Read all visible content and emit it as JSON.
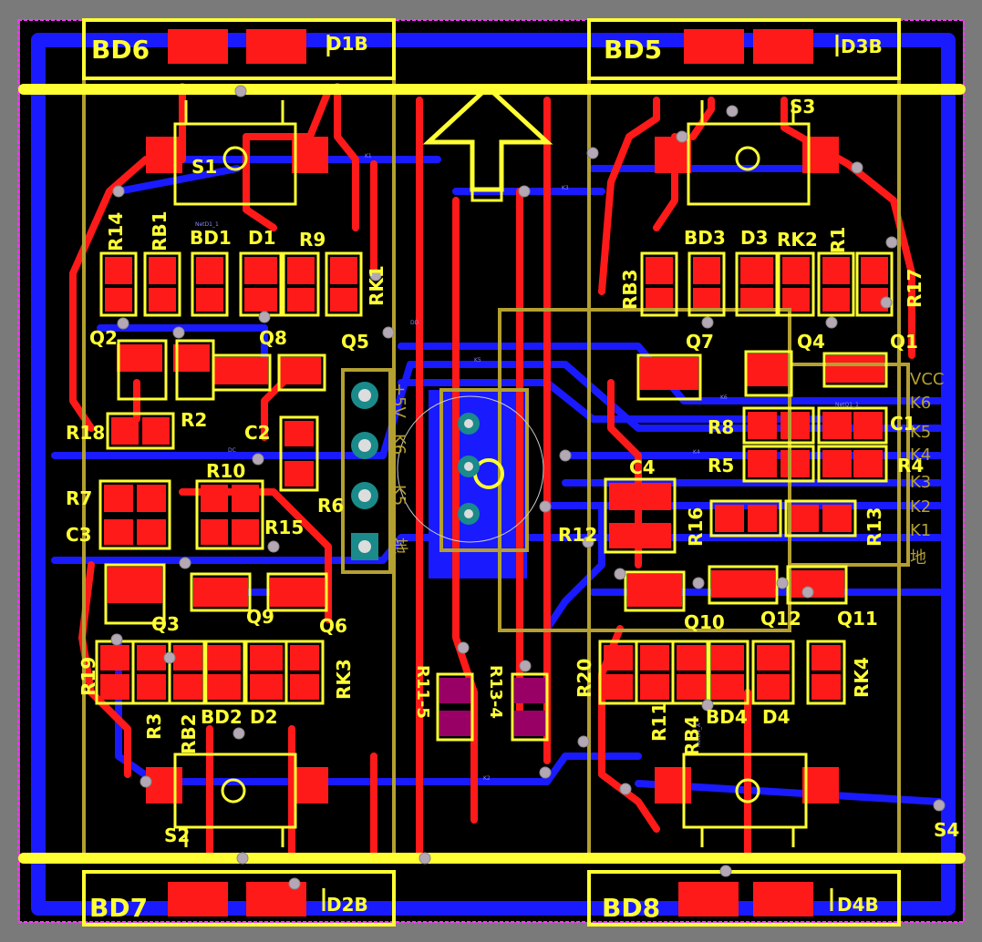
{
  "colors": {
    "board": "#000000",
    "background": "#7a7a7a",
    "top_copper": "#ff1a1a",
    "bottom_copper": "#1a1aff",
    "silkscreen": "#ffff33",
    "outline": "#b3a030",
    "keepout": "#ff33ff"
  },
  "silk_labels": [
    {
      "id": "BD6",
      "text": "BD6",
      "size": "big"
    },
    {
      "id": "D1B",
      "text": "D1B",
      "size": "mid"
    },
    {
      "id": "BD5",
      "text": "BD5",
      "size": "big"
    },
    {
      "id": "D3B",
      "text": "D3B",
      "size": "mid"
    },
    {
      "id": "BD7",
      "text": "BD7",
      "size": "big"
    },
    {
      "id": "D2B",
      "text": "D2B",
      "size": "mid"
    },
    {
      "id": "BD8",
      "text": "BD8",
      "size": "big"
    },
    {
      "id": "D4B",
      "text": "D4B",
      "size": "mid"
    },
    {
      "id": "S1",
      "text": "S1",
      "size": "sm"
    },
    {
      "id": "S2",
      "text": "S2",
      "size": "sm"
    },
    {
      "id": "S3",
      "text": "S3",
      "size": "sm"
    },
    {
      "id": "S4",
      "text": "S4",
      "size": "sm"
    },
    {
      "id": "R14",
      "text": "R14",
      "size": "sm"
    },
    {
      "id": "RB1",
      "text": "RB1",
      "size": "sm"
    },
    {
      "id": "BD1",
      "text": "BD1",
      "size": "sm"
    },
    {
      "id": "D1",
      "text": "D1",
      "size": "sm"
    },
    {
      "id": "R9",
      "text": "R9",
      "size": "sm"
    },
    {
      "id": "RK1",
      "text": "RK1",
      "size": "sm"
    },
    {
      "id": "Q2",
      "text": "Q2",
      "size": "sm"
    },
    {
      "id": "Q8",
      "text": "Q8",
      "size": "sm"
    },
    {
      "id": "Q5",
      "text": "Q5",
      "size": "sm"
    },
    {
      "id": "R18",
      "text": "R18",
      "size": "sm"
    },
    {
      "id": "R2",
      "text": "R2",
      "size": "sm"
    },
    {
      "id": "C2",
      "text": "C2",
      "size": "sm"
    },
    {
      "id": "R10",
      "text": "R10",
      "size": "sm"
    },
    {
      "id": "R6",
      "text": "R6",
      "size": "sm"
    },
    {
      "id": "R7",
      "text": "R7",
      "size": "sm"
    },
    {
      "id": "C3",
      "text": "C3",
      "size": "sm"
    },
    {
      "id": "R15",
      "text": "R15",
      "size": "sm"
    },
    {
      "id": "Q3",
      "text": "Q3",
      "size": "sm"
    },
    {
      "id": "Q9",
      "text": "Q9",
      "size": "sm"
    },
    {
      "id": "Q6",
      "text": "Q6",
      "size": "sm"
    },
    {
      "id": "R19",
      "text": "R19",
      "size": "sm"
    },
    {
      "id": "R3",
      "text": "R3",
      "size": "sm"
    },
    {
      "id": "RB2",
      "text": "RB2",
      "size": "sm"
    },
    {
      "id": "BD2",
      "text": "BD2",
      "size": "sm"
    },
    {
      "id": "D2",
      "text": "D2",
      "size": "sm"
    },
    {
      "id": "RK3",
      "text": "RK3",
      "size": "sm"
    },
    {
      "id": "BD3",
      "text": "BD3",
      "size": "sm"
    },
    {
      "id": "D3",
      "text": "D3",
      "size": "sm"
    },
    {
      "id": "RK2",
      "text": "RK2",
      "size": "sm"
    },
    {
      "id": "R1",
      "text": "R1",
      "size": "sm"
    },
    {
      "id": "RB3",
      "text": "RB3",
      "size": "sm"
    },
    {
      "id": "R17",
      "text": "R17",
      "size": "sm"
    },
    {
      "id": "Q7",
      "text": "Q7",
      "size": "sm"
    },
    {
      "id": "Q4",
      "text": "Q4",
      "size": "sm"
    },
    {
      "id": "Q1",
      "text": "Q1",
      "size": "sm"
    },
    {
      "id": "R8",
      "text": "R8",
      "size": "sm"
    },
    {
      "id": "C1",
      "text": "C1",
      "size": "sm"
    },
    {
      "id": "R5",
      "text": "R5",
      "size": "sm"
    },
    {
      "id": "R4",
      "text": "R4",
      "size": "sm"
    },
    {
      "id": "C4",
      "text": "C4",
      "size": "sm"
    },
    {
      "id": "R12",
      "text": "R12",
      "size": "sm"
    },
    {
      "id": "R16",
      "text": "R16",
      "size": "sm"
    },
    {
      "id": "R13",
      "text": "R13",
      "size": "sm"
    },
    {
      "id": "Q10",
      "text": "Q10",
      "size": "sm"
    },
    {
      "id": "Q12",
      "text": "Q12",
      "size": "sm"
    },
    {
      "id": "Q11",
      "text": "Q11",
      "size": "sm"
    },
    {
      "id": "R20",
      "text": "R20",
      "size": "sm"
    },
    {
      "id": "R11",
      "text": "R11",
      "size": "sm"
    },
    {
      "id": "RB4",
      "text": "RB4",
      "size": "sm"
    },
    {
      "id": "BD4",
      "text": "BD4",
      "size": "sm"
    },
    {
      "id": "D4",
      "text": "D4",
      "size": "sm"
    },
    {
      "id": "RK4",
      "text": "RK4",
      "size": "sm"
    },
    {
      "id": "R11-5",
      "text": "R11-5",
      "size": "sm"
    },
    {
      "id": "R13-4",
      "text": "R13-4",
      "size": "sm"
    }
  ],
  "connector_labels": [
    "VCC",
    "K6",
    "K5",
    "K4",
    "K3",
    "K2",
    "K1",
    "地"
  ],
  "connector_left_labels": [
    "+5V",
    "K6",
    "K5",
    "地"
  ],
  "net_labels": [
    "K1",
    "K2",
    "K3",
    "K4",
    "K5",
    "K6",
    "DD",
    "DC",
    "NetD1_1",
    "NetD4_A",
    "NetQ1_1"
  ]
}
